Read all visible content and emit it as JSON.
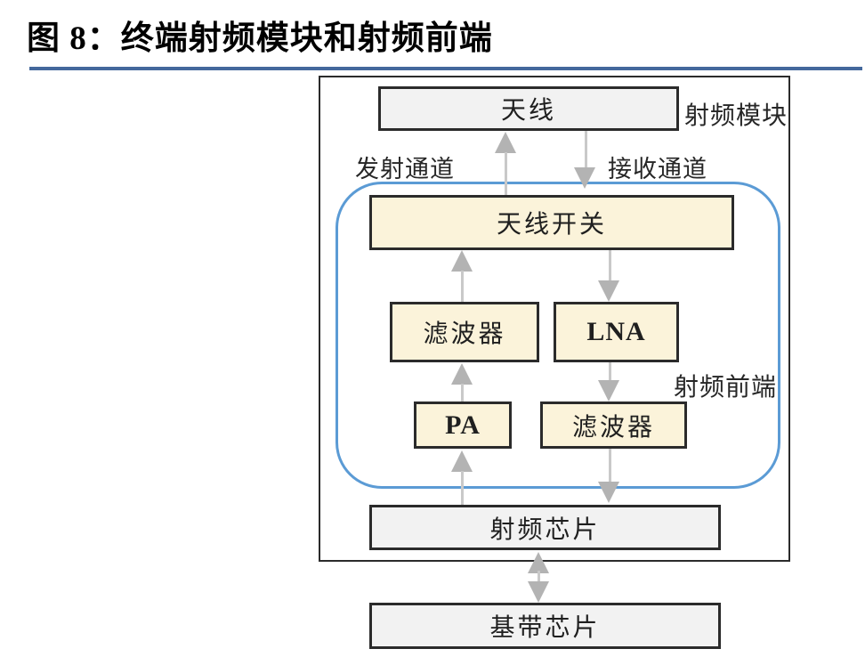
{
  "title": "图 8：终端射频模块和射频前端",
  "colors": {
    "accent_blue": "#5B9BD5",
    "underline_blue": "#44689C",
    "box_cream": "#FBF3DA",
    "box_gray": "#F2F2F2",
    "arrow_gray": "#B3B3B3",
    "border_dark": "#2B2B2B"
  },
  "diagram": {
    "antenna": "天线",
    "rf_module_label": "射频模块",
    "tx_channel_label": "发射通道",
    "rx_channel_label": "接收通道",
    "antenna_switch": "天线开关",
    "filter_tx": "滤波器",
    "lna": "LNA",
    "pa": "PA",
    "filter_rx": "滤波器",
    "rf_frontend_label": "射频前端",
    "rf_chip": "射频芯片",
    "baseband_chip": "基带芯片"
  }
}
